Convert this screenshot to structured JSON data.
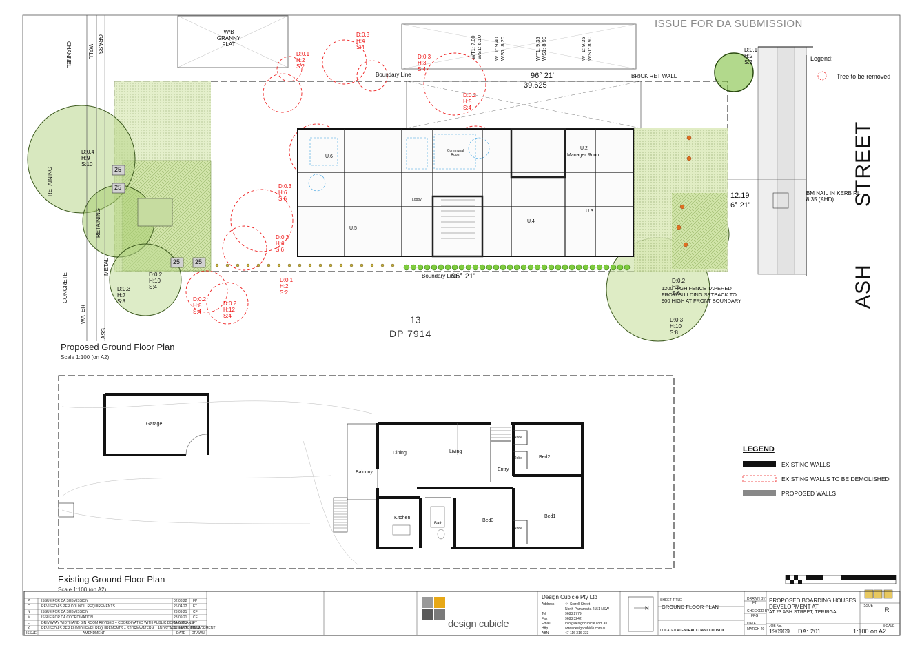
{
  "header": {
    "issue_label": "ISSUE FOR DA SUBMISSION"
  },
  "proposed_plan": {
    "title": "Proposed Ground Floor Plan",
    "scale": "Scale 1:100 (on A2)",
    "street_ash": "ASH",
    "street_street": "STREET",
    "lot": "13",
    "dp": "DP 7914",
    "boundary_top": "Boundary Line",
    "boundary_bottom": "Boundary Line",
    "bearing_top": "96° 21'",
    "distance_top": "39.625",
    "bearing_bottom": "96° 21'",
    "side_dim": "6° 21'",
    "side_dim2": "12.19",
    "granny_flat": "W/B GRANNY FLAT",
    "rooms": {
      "u6": "U.6",
      "u5": "U.5",
      "u4": "U.4",
      "u3": "U.3",
      "u2": "U.2",
      "manager": "Manager Room",
      "communal": "Communal Room",
      "lobby": "Lobby"
    },
    "bm_nail": "BM NAIL IN KERB RL 8.35 (AHD)",
    "front_fence": "1200 HIGH FENCE TAPERED FROM BUILDING SETBACK TO 900 HIGH AT FRONT BOUNDARY",
    "brick_ret_wall": "BRICK RET WALL",
    "left_labels": {
      "channel": "CHANNEL",
      "grass": "GRASS",
      "wall": "WALL",
      "retaining": "RETAINING",
      "retaining2": "RETAINING",
      "metal": "METAL",
      "concrete": "CONCRETE",
      "water": "WATER",
      "ass": "ASS"
    },
    "trees_red": [
      "D:0.3\nH:4\nS:4",
      "D:0.1\nH:2\nS:2",
      "D:0.2\nH:5\nS:4",
      "D:0.3\nH:3\nS:4",
      "D:0.3\nH:6\nS:6",
      "D:0.3\nH:6\nS:6",
      "D:0.1\nH:2\nS:2",
      "D:0.2\nH:8\nS:4",
      "D:0.2\nH:12\nS:4"
    ],
    "trees_black": [
      "D:0.4\nH:9\nS:10",
      "D:0.3\nH:7\nS:8",
      "D:0.2\nH:10\nS:4",
      "D:0.1\nH:2\nS:2",
      "D:0.2\nH:5\nS:6",
      "D:0.3\nH:10\nS:8"
    ],
    "levels_top": [
      "WT1: 7.00\nWS1: 6.10",
      "WT1: 9.40\nWS1: 8.20",
      "WT1: 9.35\nWS1: 8.90",
      "WT1: 9.35\nWS1: 8.90"
    ],
    "legend": {
      "title": "Legend:",
      "tree_remove": "Tree to be removed"
    },
    "planter_tag": "25"
  },
  "existing_plan": {
    "title": "Existing Ground Floor Plan",
    "scale": "Scale 1:100 (on A2)",
    "rooms": {
      "garage": "Garage",
      "dining": "Dining",
      "living": "Living",
      "balcony": "Balcony",
      "entry": "Entry",
      "bed2": "Bed2",
      "bed1": "Bed1",
      "bed3": "Bed3",
      "kitchen": "Kitchen",
      "bath": "Bath",
      "robe1": "Robe",
      "robe2": "Robe",
      "robe3": "Robe"
    }
  },
  "legend": {
    "title": "LEGEND",
    "items": [
      {
        "label": "EXISTING WALLS",
        "style": "solid"
      },
      {
        "label": "EXISTING WALLS TO BE DEMOLISHED",
        "style": "dashed"
      },
      {
        "label": "PROPOSED WALLS",
        "style": "grey"
      }
    ]
  },
  "title_block": {
    "revisions": [
      {
        "rev": "P",
        "desc": "ISSUE FOR DA SUBMISSION",
        "date": "02.08.22",
        "by": "FP"
      },
      {
        "rev": "O",
        "desc": "REVISED AS PER COUNCIL REQUIREMENTS",
        "date": "26.04.22",
        "by": "FT"
      },
      {
        "rev": "N",
        "desc": "ISSUE FOR DA SUBMISSION",
        "date": "23.09.21",
        "by": "CF"
      },
      {
        "rev": "M",
        "desc": "ISSUE FOR DA COORDINATION",
        "date": "28.09.21",
        "by": "CF"
      },
      {
        "rev": "L",
        "desc": "DRIVEWAY WIDTH AND BIN ROOM REVISED + COORDINATED WITH PUBLIC DOMAIN PLANS",
        "date": "09.03.23",
        "by": "FT"
      },
      {
        "rev": "K",
        "desc": "REVISED AS PER FLOOD LEVEL REQUIREMENTS + STORMWATER & LANDSCAPE-WASTE MANAGEMENT",
        "date": "02.12.22",
        "by": "FT/FP"
      }
    ],
    "rev_col_issue": "ISSUE",
    "rev_col_amend": "AMENDMENT",
    "rev_col_date": "DATE",
    "rev_col_drawn": "DRAWN",
    "company": "Design Cubicle Pty Ltd",
    "address_label": "Address",
    "address_1": "44 Sorrell Street",
    "address_2": "North Parramatta 2151 NSW",
    "tel_label": "Tel",
    "tel": "9683 2779",
    "fax_label": "Fax",
    "fax": "9683 3242",
    "email_label": "Email",
    "email": "info@designcubicle.com.au",
    "http_label": "Http",
    "http": "www.designcubicle.com.au",
    "abn_label": "ABN",
    "abn": "47 116 316 333",
    "logo_text": "design cubicle",
    "north": "N",
    "sheet_title_label": "SHEET TITLE",
    "sheet_title": "GROUND FLOOR PLAN",
    "local_auth_label": "LOCATED AT",
    "local_auth": "CENTRAL COAST COUNCIL",
    "drawn_label": "DRAWN BY",
    "drawn": "FT",
    "checked_label": "CHECKED BY",
    "checked": "FPG",
    "date_label": "DATE",
    "date": "MARCH 20",
    "project": "PROPOSED BOARDING HOUSES DEVELOPMENT AT",
    "project_2": "AT 23 ASH STREET, TERRIGAL",
    "issue_label": "ISSUE",
    "issue": "R",
    "job_label": "JOB No.",
    "job": "190969",
    "da_label": "DA:",
    "da": "201",
    "scale_label": "SCALE",
    "scale": "1:100 on A2"
  }
}
